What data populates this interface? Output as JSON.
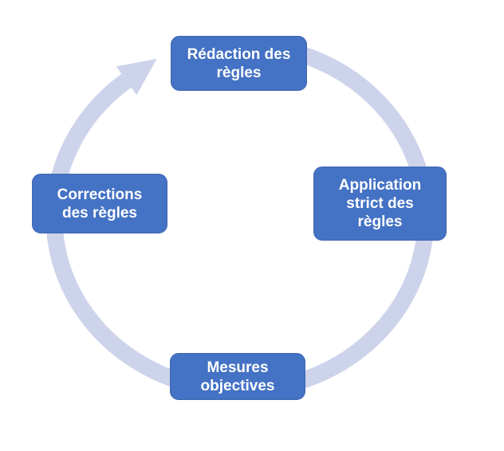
{
  "diagram": {
    "kind": "cycle",
    "direction": "clockwise",
    "nodes": [
      {
        "id": "top",
        "label": "Rédaction des règles",
        "lines": [
          "Rédaction des",
          "règles"
        ]
      },
      {
        "id": "right",
        "label": "Application strict des règles",
        "lines": [
          "Application",
          "strict des",
          "règles"
        ]
      },
      {
        "id": "bottom",
        "label": "Mesures objectives",
        "lines": [
          "Mesures",
          "objectives"
        ]
      },
      {
        "id": "left",
        "label": "Corrections des règles",
        "lines": [
          "Corrections",
          "des règles"
        ]
      }
    ]
  },
  "colors": {
    "node-fill": "#4472c4",
    "node-border": "#3f66b0",
    "node-text": "#ffffff",
    "arrow": "#cdd3ea",
    "background": "#ffffff"
  }
}
